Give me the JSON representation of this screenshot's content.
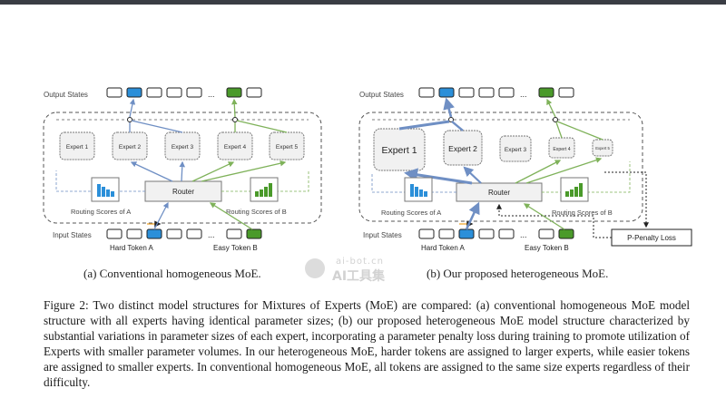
{
  "figure": {
    "left_panel": {
      "output_label": "Output States",
      "input_label": "Input States",
      "experts": [
        "Expert 1",
        "Expert 2",
        "Expert 3",
        "Expert 4",
        "Expert 5"
      ],
      "router_label": "Router",
      "routing_a": "Routing Scores of A",
      "routing_b": "Routing Scores of B",
      "token_a": "Hard Token A",
      "token_b": "Easy Token B",
      "ellipsis": "...",
      "subcaption": "(a) Conventional homogeneous MoE."
    },
    "right_panel": {
      "output_label": "Output States",
      "input_label": "Input States",
      "experts": [
        "Expert 1",
        "Expert 2",
        "Expert 3",
        "Expert 4",
        "Expert 5"
      ],
      "router_label": "Router",
      "routing_a": "Routing Scores of A",
      "routing_b": "Routing Scores of B",
      "token_a": "Hard Token A",
      "token_b": "Easy Token B",
      "loss_label": "P-Penalty Loss",
      "ellipsis": "...",
      "subcaption": "(b) Our proposed heterogeneous MoE."
    }
  },
  "caption": "Figure 2: Two distinct model structures for Mixtures of Experts (MoE) are compared: (a) conventional homogeneous MoE model structure with all experts having identical parameter sizes; (b) our proposed heterogeneous MoE model structure characterized by substantial variations in parameter sizes of each expert, incorporating a parameter penalty loss during training to promote utilization of Experts with smaller parameter volumes. In our heterogeneous MoE, harder tokens are assigned to larger experts, while easier tokens are assigned to smaller experts. In conventional homogeneous MoE, all tokens are assigned to the same size experts regardless of their difficulty.",
  "watermark": {
    "line1": "ai-bot.cn",
    "line2": "AI工具集"
  },
  "colors": {
    "blue": "#2b8fd9",
    "green": "#4a9a2a",
    "blue_arrow": "#6f8fc4",
    "green_arrow": "#7fb25a",
    "orange": "#f0a020",
    "box_fill": "#f1f1f1",
    "frame": "#555555"
  }
}
